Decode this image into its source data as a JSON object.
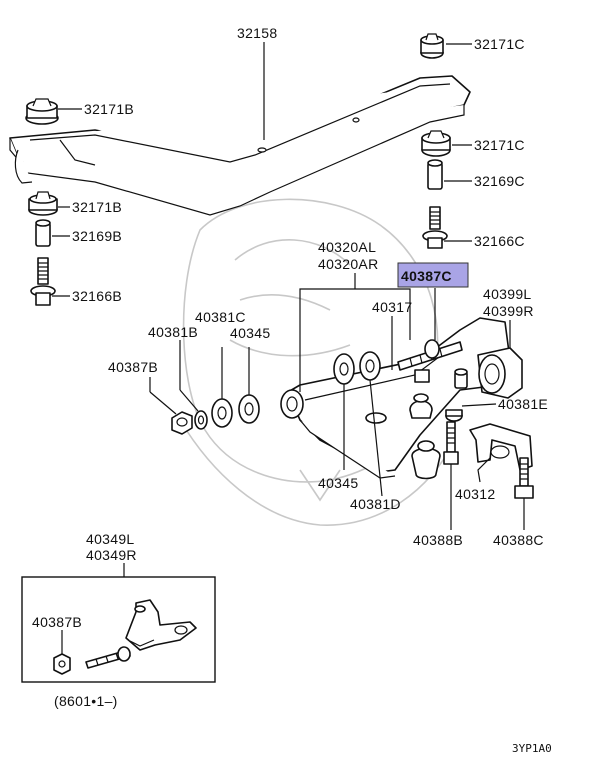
{
  "diagram": {
    "footer_code": "3YP1A0",
    "highlight_color": "#a9a4e6",
    "inset_note": "(8601•1–)",
    "labels": {
      "p32158": "32158",
      "p32171c_top": "32171C",
      "p32171b": "32171B",
      "p32171c_mid": "32171C",
      "p32169c": "32169C",
      "p32171b_left": "32171B",
      "p32169b": "32169B",
      "p32166c": "32166C",
      "p32166b": "32166B",
      "p40320al": "40320AL",
      "p40320ar": "40320AR",
      "p40387c": "40387C",
      "p40399l": "40399L",
      "p40399r": "40399R",
      "p40317": "40317",
      "p40381c": "40381C",
      "p40381b": "40381B",
      "p40345_top": "40345",
      "p40387b": "40387B",
      "p40381e": "40381E",
      "p40345_bot": "40345",
      "p40381d": "40381D",
      "p40312": "40312",
      "p40388b": "40388B",
      "p40388c": "40388C",
      "p40349l": "40349L",
      "p40349r": "40349R",
      "p40387b_inset": "40387B"
    }
  }
}
